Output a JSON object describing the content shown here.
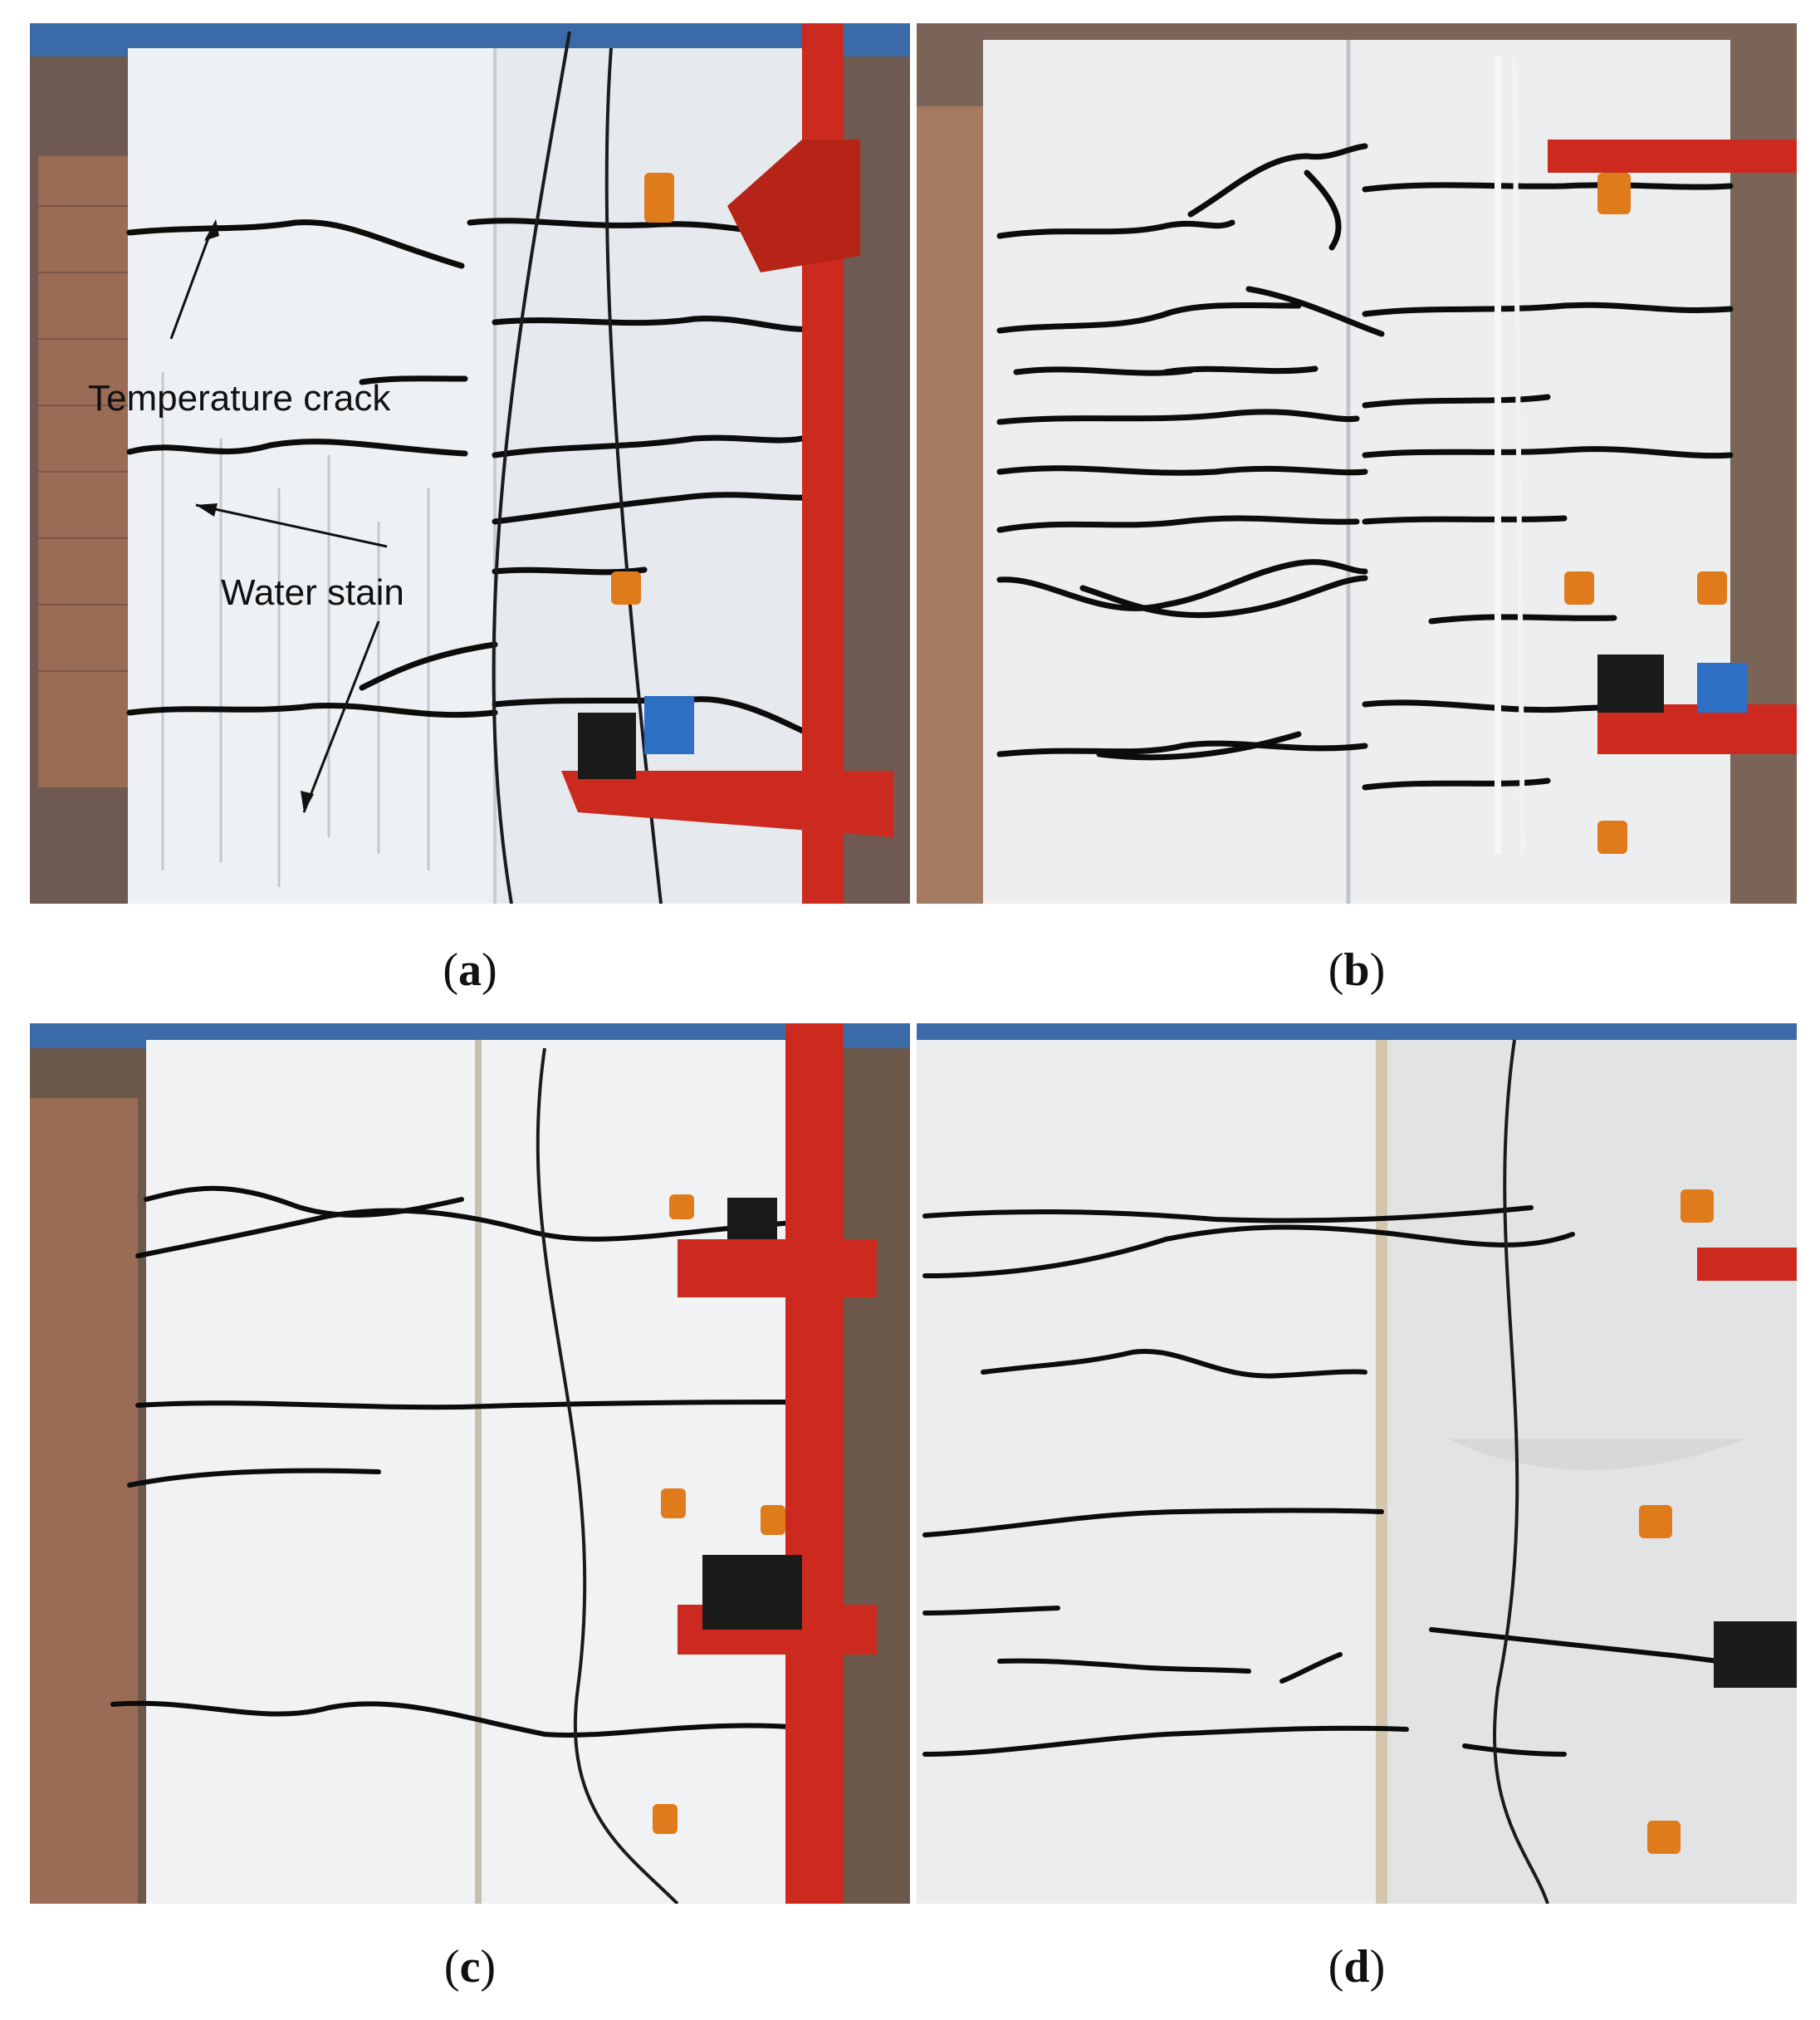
{
  "panels": [
    {
      "id": "a",
      "caption_open": "(",
      "caption_letter": "a",
      "caption_close": ")"
    },
    {
      "id": "b",
      "caption_open": "(",
      "caption_letter": "b",
      "caption_close": ")"
    },
    {
      "id": "c",
      "caption_open": "(",
      "caption_letter": "c",
      "caption_close": ")"
    },
    {
      "id": "d",
      "caption_open": "(",
      "caption_letter": "d",
      "caption_close": ")"
    }
  ],
  "annotations": {
    "temperature_crack": "Temperature crack",
    "water_stain": "Water stain"
  },
  "colors": {
    "wall": "#eef1f4",
    "crack": "#0c0c0c",
    "frame_red": "#cc2a1e",
    "brick": "#9a6b55",
    "sensor_orange": "#e07b1c",
    "background_blue": "#3a6aa8"
  }
}
